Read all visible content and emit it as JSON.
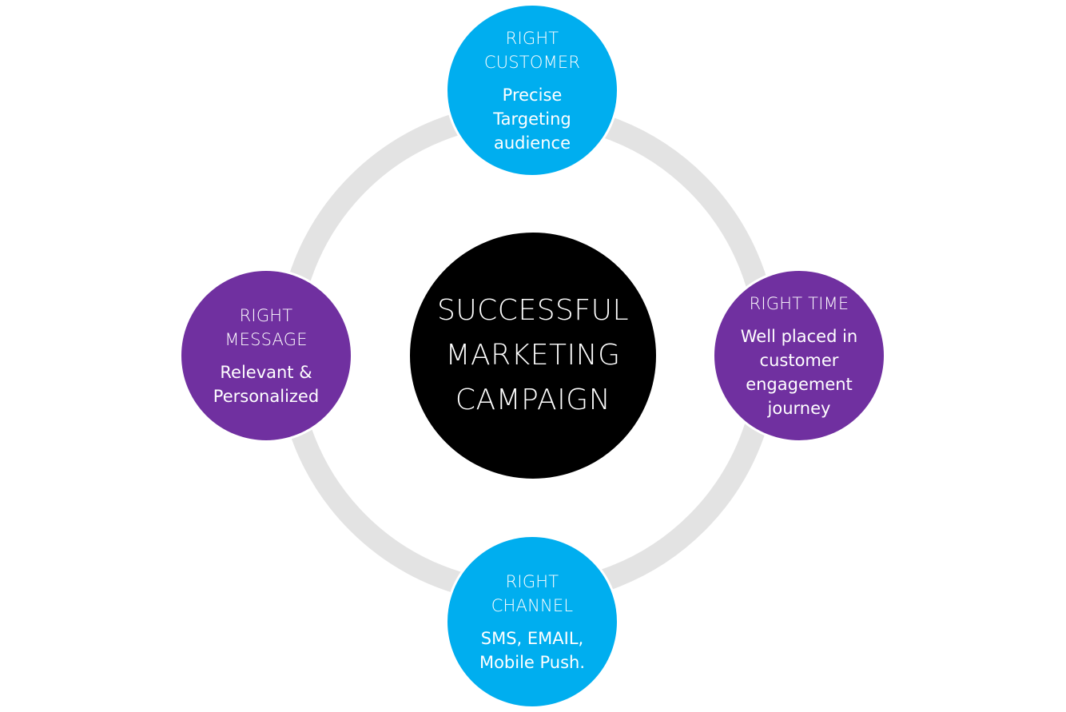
{
  "diagram": {
    "center": {
      "title": "SUCCESSFUL\nMARKETING\nCAMPAIGN",
      "color": "#000000"
    },
    "ring_color": "#e3e3e3",
    "nodes": [
      {
        "title": "RIGHT\nCUSTOMER",
        "description": "Precise\nTargeting\naudience",
        "color": "#00aeef"
      },
      {
        "title": "RIGHT TIME",
        "description": "Well placed in\ncustomer\nengagement\njourney",
        "color": "#7030a0"
      },
      {
        "title": "RIGHT\nCHANNEL",
        "description": "SMS, EMAIL,\nMobile Push.",
        "color": "#00aeef"
      },
      {
        "title": "RIGHT\nMESSAGE",
        "description": "Relevant &\nPersonalized",
        "color": "#7030a0"
      }
    ]
  }
}
